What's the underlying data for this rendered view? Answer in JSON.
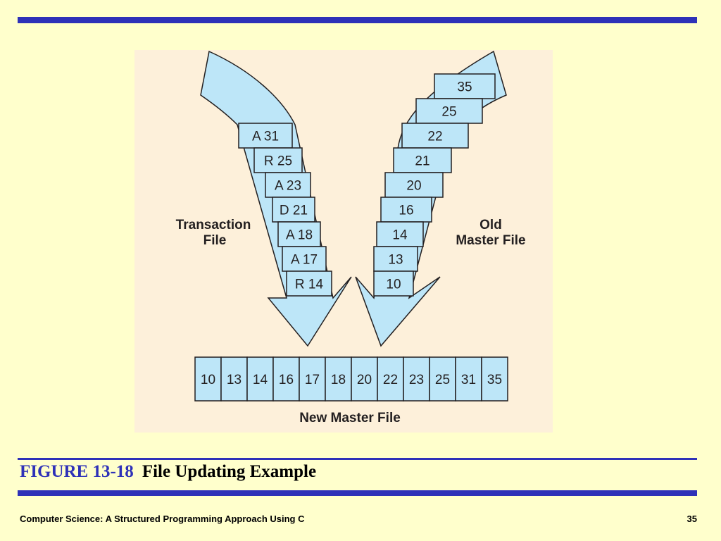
{
  "figure": {
    "transaction_label": [
      "Transaction",
      "File"
    ],
    "transaction_records": [
      "A 31",
      "R 25",
      "A 23",
      "D 21",
      "A 18",
      "A 17",
      "R 14"
    ],
    "old_master_label": [
      "Old",
      "Master File"
    ],
    "old_master_records": [
      "35",
      "25",
      "22",
      "21",
      "20",
      "16",
      "14",
      "13",
      "10"
    ],
    "new_master_records": [
      "10",
      "13",
      "14",
      "16",
      "17",
      "18",
      "20",
      "22",
      "23",
      "25",
      "31",
      "35"
    ],
    "new_master_label": "New Master File",
    "colors": {
      "arrow_fill": "#bde6f8",
      "stroke": "#231f20",
      "panel": "#fdf0da"
    }
  },
  "caption": {
    "number": "FIGURE 13-18",
    "title": "File Updating Example"
  },
  "footer": {
    "book_title": "Computer Science: A Structured Programming Approach Using C",
    "page_number": "35"
  },
  "theme": {
    "background": "#ffffcc",
    "accent": "#2e31b8"
  }
}
